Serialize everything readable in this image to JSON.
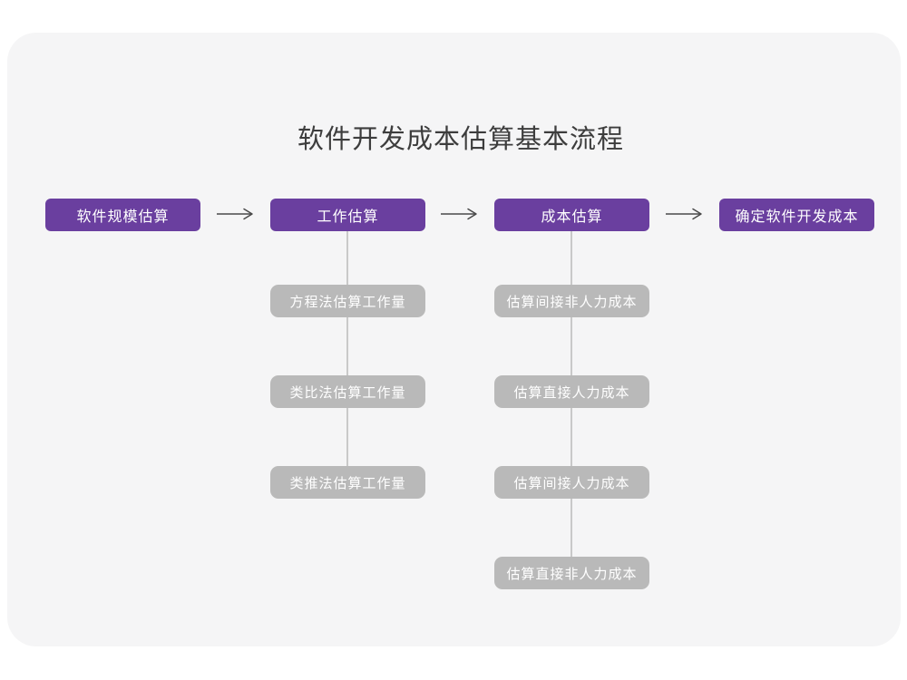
{
  "diagram": {
    "title": "软件开发成本估算基本流程",
    "stages": [
      {
        "label": "软件规模估算"
      },
      {
        "label": "工作估算"
      },
      {
        "label": "成本估算"
      },
      {
        "label": "确定软件开发成本"
      }
    ],
    "work_estimation_steps": [
      {
        "label": "方程法估算工作量"
      },
      {
        "label": "类比法估算工作量"
      },
      {
        "label": "类推法估算工作量"
      }
    ],
    "cost_estimation_steps": [
      {
        "label": "估算间接非人力成本"
      },
      {
        "label": "估算直接人力成本"
      },
      {
        "label": "估算间接人力成本"
      },
      {
        "label": "估算直接非人力成本"
      }
    ],
    "colors": {
      "stage_bg": "#6A3F9F",
      "substep_bg": "#B9B9B9",
      "connector": "#C9C9C9",
      "arrow": "#4A4A4A",
      "card_bg": "#F5F5F6",
      "title_color": "#3D3D3D"
    }
  }
}
